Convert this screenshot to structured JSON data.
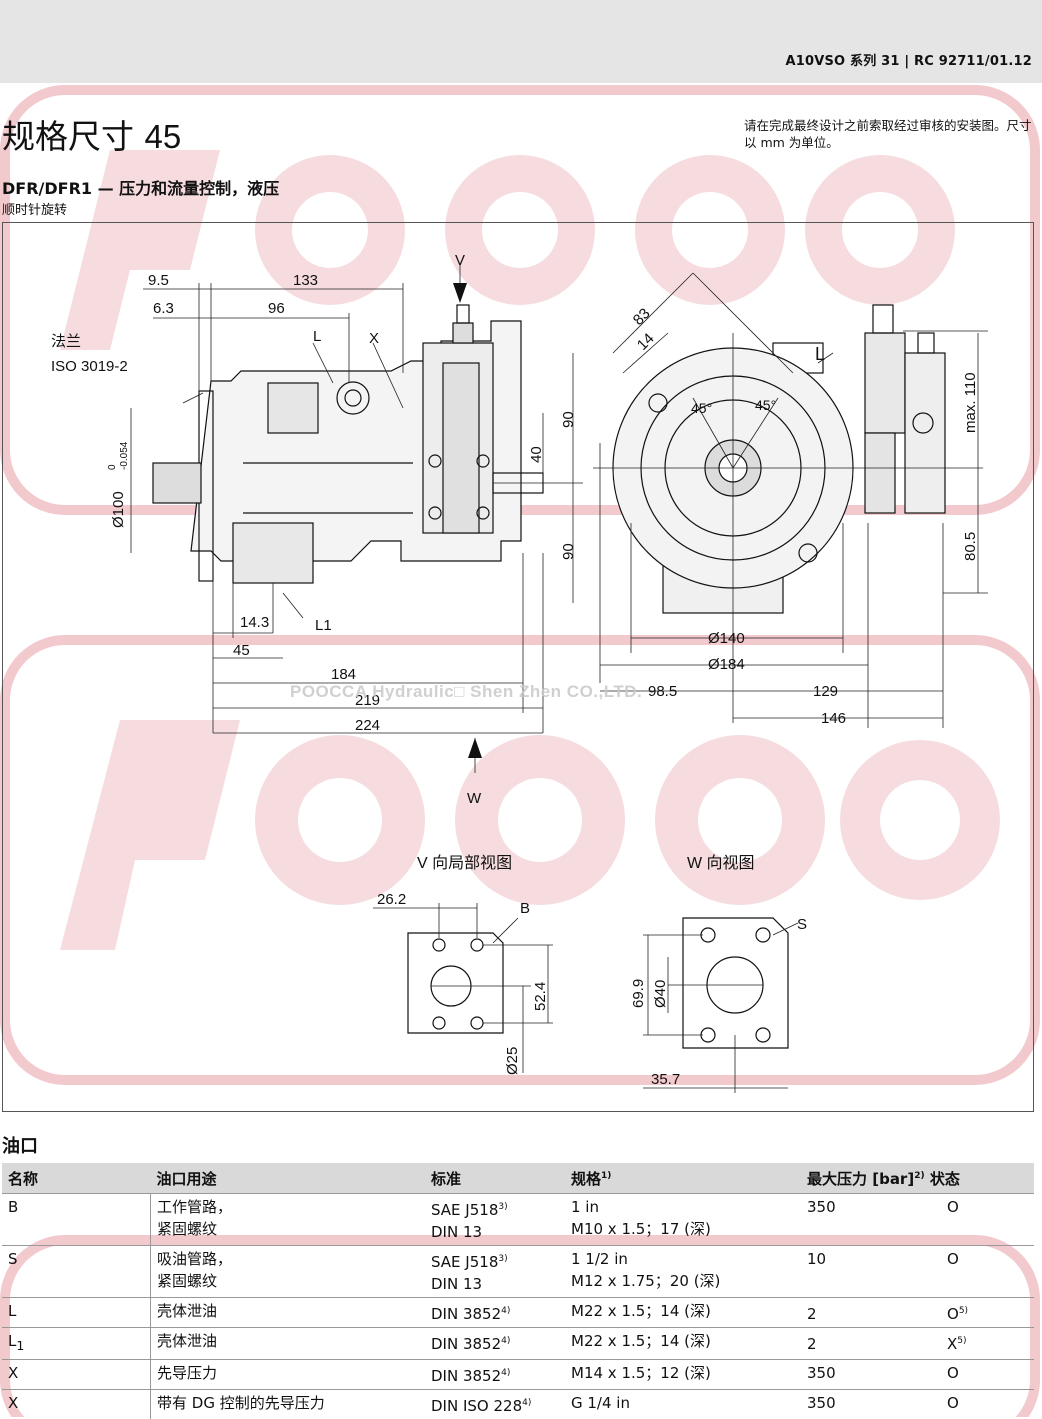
{
  "header": {
    "doc_id": "A10VSO 系列 31 | RC 92711/01.12"
  },
  "title": {
    "prefix": "规格尺寸",
    "number": "45"
  },
  "note": "请在完成最终设计之前索取经过审核的安装图。尺寸以 mm 为单位。",
  "subtitle": "DFR/DFR1 — 压力和流量控制，液压",
  "subtitle2": "顺时针旋转",
  "watermark": {
    "logo": "POOCCA",
    "text": "POOCCA Hydraulic□ Shen Zhen CO.,LTD."
  },
  "drawing": {
    "labels": {
      "flange1": "法兰",
      "flange2": "ISO 3019-2",
      "view_v_arrow": "V",
      "view_w_arrow": "W",
      "port_l": "L",
      "port_x": "X",
      "port_l1": "L1",
      "port_l_right": "L",
      "view_v_title": "V 向局部视图",
      "view_w_title": "W 向视图",
      "port_b": "B",
      "port_s": "S"
    },
    "dims": {
      "d9_5": "9.5",
      "d133": "133",
      "d6_3": "6.3",
      "d96": "96",
      "d100": "Ø100",
      "d100_tol_up": "0",
      "d100_tol_dn": "-0.054",
      "d14_3": "14.3",
      "d45": "45",
      "d184": "184",
      "d219": "219",
      "d224": "224",
      "d90a": "90",
      "d40": "40",
      "d90b": "90",
      "d83": "83",
      "d14": "14",
      "ang1": "45°",
      "ang2": "45°",
      "d140": "Ø140",
      "d184r": "Ø184",
      "d98_5": "98.5",
      "d129": "129",
      "d146": "146",
      "dmax110": "max. 110",
      "d80_5": "80.5",
      "d26_2": "26.2",
      "d52_4": "52.4",
      "d25": "Ø25",
      "d69_9": "69.9",
      "d40w": "Ø40",
      "d35_7": "35.7"
    }
  },
  "ports_section": {
    "title": "油口",
    "headers": [
      "名称",
      "油口用途",
      "标准",
      "规格",
      "最大压力 [bar]",
      "状态"
    ],
    "header_sups": [
      "",
      "",
      "",
      "1)",
      "2)",
      ""
    ],
    "rows": [
      {
        "name": "B",
        "name_sub": "",
        "use1": "工作管路，",
        "use2": "紧固螺纹",
        "std1": "SAE J518",
        "std1_sup": "3)",
        "std2": "DIN 13",
        "spec1": "1 in",
        "spec2": "M10 x 1.5；17 (深)",
        "press": "350",
        "state": "O",
        "state_sup": ""
      },
      {
        "name": "S",
        "name_sub": "",
        "use1": "吸油管路，",
        "use2": "紧固螺纹",
        "std1": "SAE J518",
        "std1_sup": "3)",
        "std2": "DIN 13",
        "spec1": "1 1/2 in",
        "spec2": "M12 x 1.75；20 (深)",
        "press": "10",
        "state": "O",
        "state_sup": ""
      },
      {
        "name": "L",
        "name_sub": "",
        "use1": "壳体泄油",
        "use2": "",
        "std1": "DIN 3852",
        "std1_sup": "4)",
        "std2": "",
        "spec1": "M22 x 1.5；14 (深)",
        "spec2": "",
        "press": "2",
        "state": "O",
        "state_sup": "5)"
      },
      {
        "name": "L",
        "name_sub": "1",
        "use1": "壳体泄油",
        "use2": "",
        "std1": "DIN 3852",
        "std1_sup": "4)",
        "std2": "",
        "spec1": "M22 x 1.5；14 (深)",
        "spec2": "",
        "press": "2",
        "state": "X",
        "state_sup": "5)"
      },
      {
        "name": "X",
        "name_sub": "",
        "use1": "先导压力",
        "use2": "",
        "std1": "DIN 3852",
        "std1_sup": "4)",
        "std2": "",
        "spec1": "M14 x 1.5；12 (深)",
        "spec2": "",
        "press": "350",
        "state": "O",
        "state_sup": ""
      },
      {
        "name": "X",
        "name_sub": "",
        "use1": "带有 DG 控制的先导压力",
        "use2": "",
        "std1": "DIN ISO 228",
        "std1_sup": "4)",
        "std2": "",
        "spec1": "G 1/4 in",
        "spec2": "",
        "press": "350",
        "state": "O",
        "state_sup": ""
      }
    ]
  },
  "colors": {
    "watermark": "#f2c9cc",
    "header_band": "#e5e5e5",
    "table_header": "#d9d9d9"
  }
}
